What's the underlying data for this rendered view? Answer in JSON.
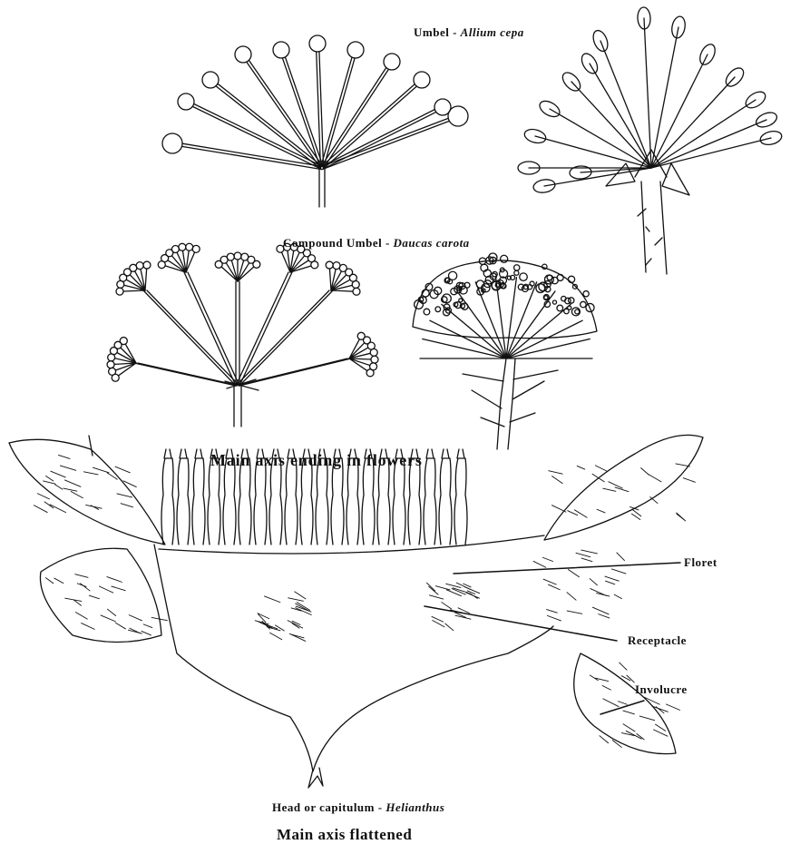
{
  "labels": {
    "umbel": {
      "prefix": "Umbel - ",
      "species": "Allium cepa"
    },
    "compound_umbel": {
      "prefix": "Compound Umbel - ",
      "species": "Daucas carota"
    },
    "main_axis_flowers": "Main axis ending in flowers",
    "floret": "Floret",
    "receptacle": "Receptacle",
    "involucre": "Involucre",
    "head": {
      "prefix": "Head or capitulum - ",
      "species": "Helianthus"
    },
    "main_axis_flattened": "Main axis flattened"
  },
  "colors": {
    "ink": "#111111",
    "paper": "#ffffff"
  }
}
